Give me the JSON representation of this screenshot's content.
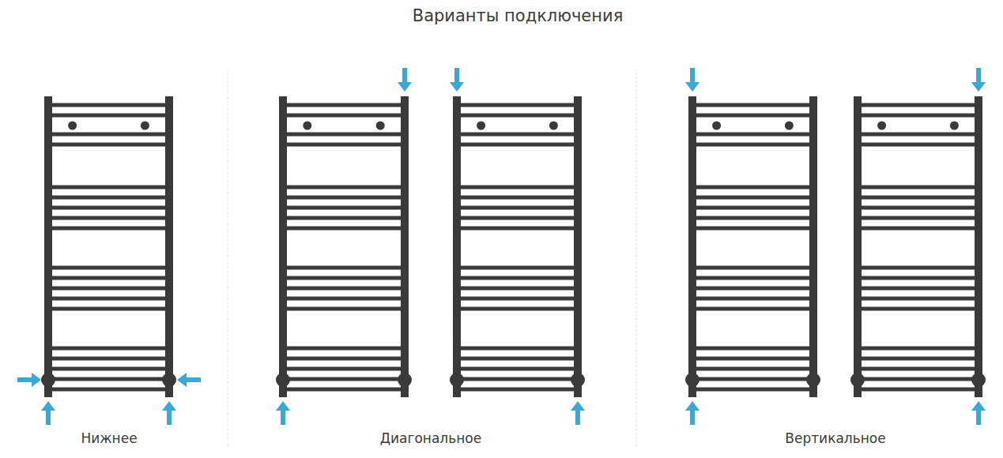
{
  "diagram": {
    "title": "Варианты подключения",
    "labels": [
      "Нижнее",
      "Диагональное",
      "Вертикальное"
    ]
  }
}
